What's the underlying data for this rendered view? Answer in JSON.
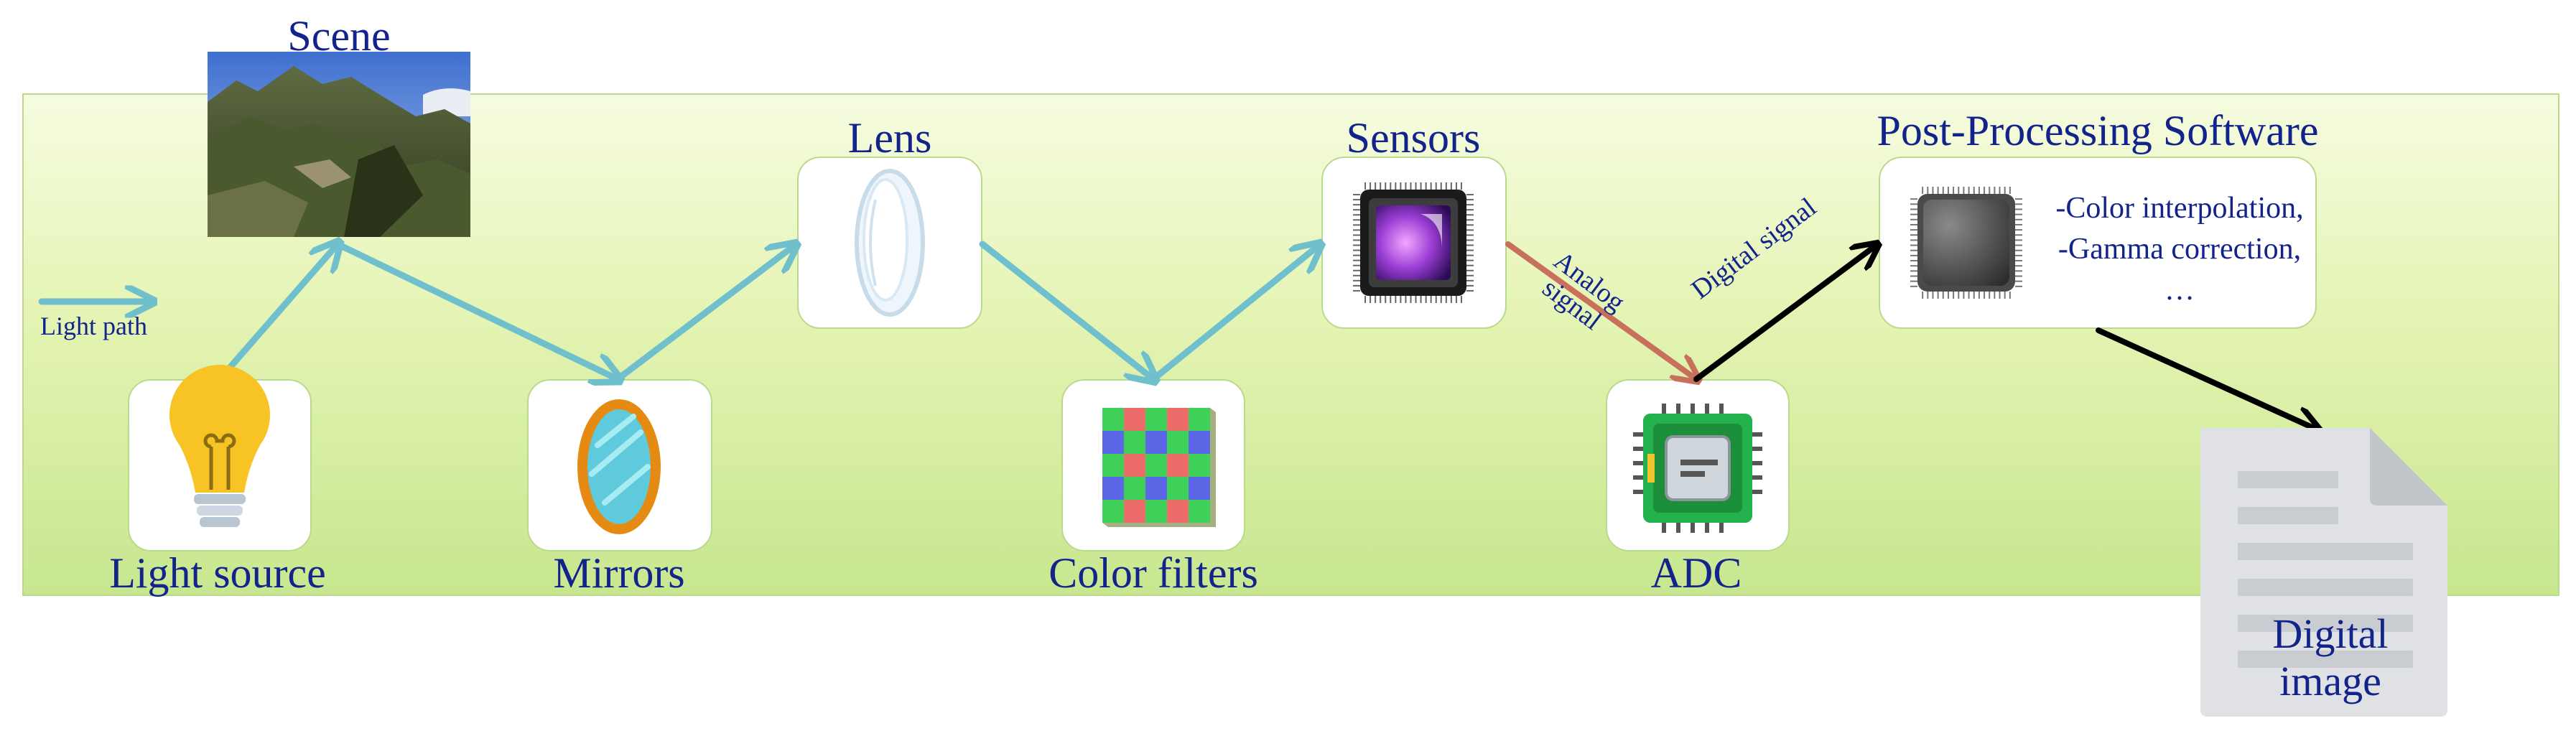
{
  "labels": {
    "scene": "Scene",
    "light_source": "Light source",
    "mirrors": "Mirrors",
    "lens": "Lens",
    "color_filters": "Color filters",
    "sensors": "Sensors",
    "adc": "ADC",
    "post_processing": "Post-Processing Software",
    "digital_image_line1": "Digital",
    "digital_image_line2": "image",
    "light_path": "Light path",
    "analog_signal_line1": "Analog",
    "analog_signal_line2": "signal",
    "digital_signal": "Digital signal"
  },
  "post_processing_steps": [
    "-Color interpolation,",
    "-Gamma correction,",
    "…"
  ],
  "colors": {
    "panel_border": "#b9d98c",
    "text": "#13238c",
    "light_arrow": "#6fc0cc",
    "analog_arrow": "#c9705c",
    "digital_arrow": "#000000"
  },
  "icons": [
    "scene-photo",
    "lightbulb-icon",
    "mirror-icon",
    "lens-icon",
    "bayer-filter-icon",
    "sensor-chip-icon",
    "adc-chip-icon",
    "processor-chip-icon",
    "document-icon"
  ]
}
